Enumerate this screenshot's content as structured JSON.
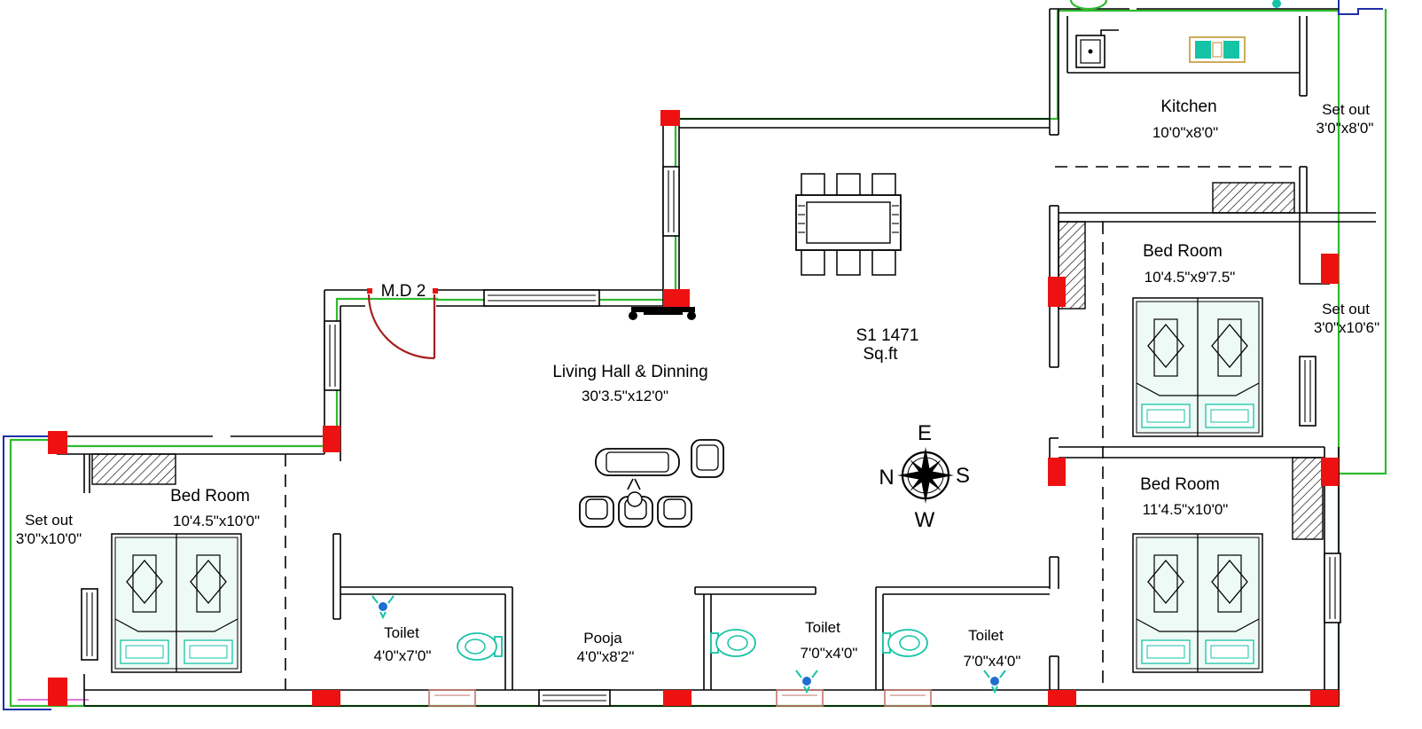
{
  "rooms": {
    "kitchen": {
      "name": "Kitchen",
      "size": "10'0\"x8'0\""
    },
    "setout_top": {
      "name": "Set out",
      "size": "3'0\"x8'0\""
    },
    "setout_right": {
      "name": "Set out",
      "size": "3'0\"x10'6\""
    },
    "setout_left": {
      "name": "Set out",
      "size": "3'0\"x10'0\""
    },
    "bed_top_right": {
      "name": "Bed Room",
      "size": "10'4.5\"x9'7.5\""
    },
    "bed_bottom_right": {
      "name": "Bed Room",
      "size": "11'4.5\"x10'0\""
    },
    "bed_left": {
      "name": "Bed Room",
      "size": "10'4.5\"x10'0\""
    },
    "living": {
      "name": "Living Hall & Dinning",
      "size": "30'3.5\"x12'0\""
    },
    "pooja": {
      "name": "Pooja",
      "size": "4'0\"x8'2\""
    },
    "toilet_left": {
      "name": "Toilet",
      "size": "4'0\"x7'0\""
    },
    "toilet_mid": {
      "name": "Toilet",
      "size": "7'0\"x4'0\""
    },
    "toilet_right": {
      "name": "Toilet",
      "size": "7'0\"x4'0\""
    }
  },
  "door_main": "M.D 2",
  "area": {
    "line1": "S1 1471",
    "line2": "Sq.ft"
  },
  "compass": {
    "top": "E",
    "left": "N",
    "right": "S",
    "bottom": "W"
  },
  "colors": {
    "column": "#ee1111",
    "pipeline": "#2dbb2d",
    "boundary": "#1f2fa8",
    "fixture": "#15c3a6",
    "door_swing": "#a52020"
  },
  "icons": [
    "bed-icon",
    "dining-table-icon",
    "sofa-icon",
    "toilet-icon",
    "sink-icon",
    "stove-icon",
    "compass-icon"
  ]
}
